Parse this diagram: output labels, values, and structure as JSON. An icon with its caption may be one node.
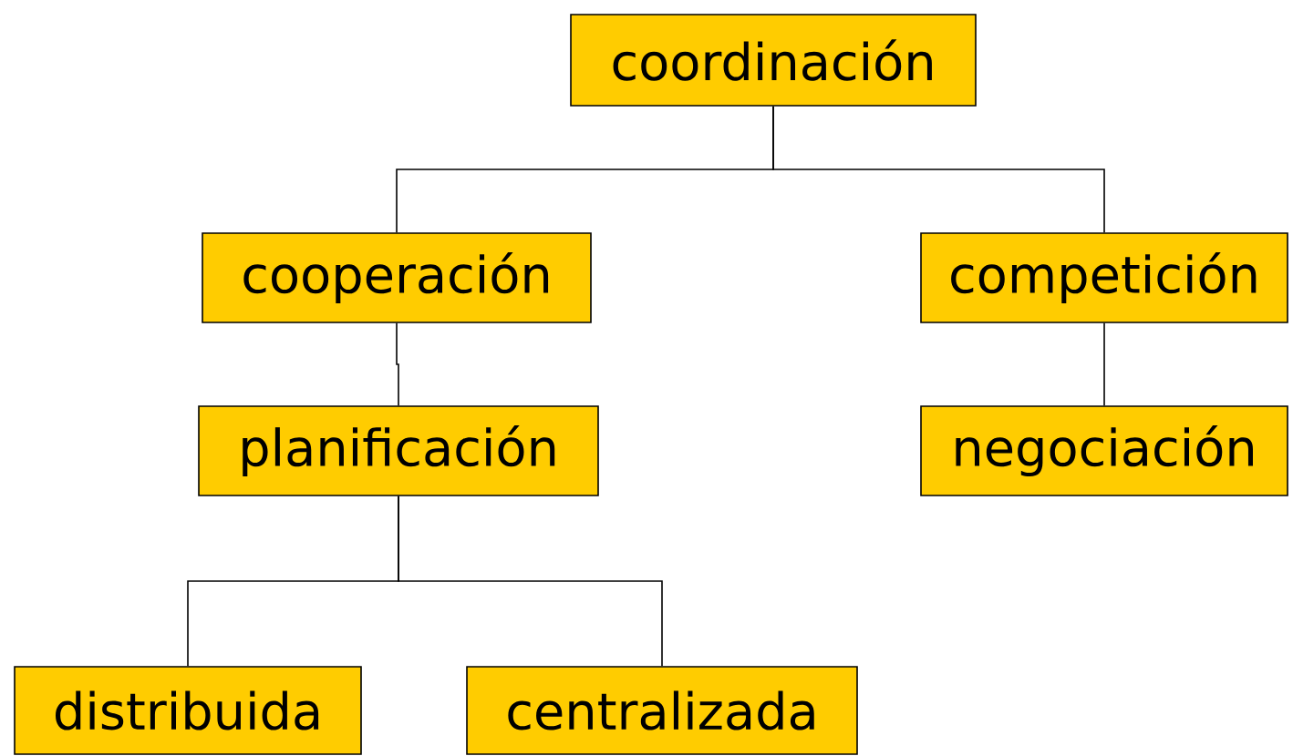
{
  "diagram": {
    "nodes": [
      {
        "text": [
          "coordinación"
        ]
      },
      {
        "text": [
          "cooperación"
        ]
      },
      {
        "text": [
          "competición"
        ]
      },
      {
        "text": [
          "planificación"
        ]
      },
      {
        "text": [
          "negociación"
        ]
      },
      {
        "text": [
          "distribuida"
        ]
      },
      {
        "text": [
          "centralizada"
        ]
      }
    ],
    "edges": [
      {
        "from": 0,
        "to": 1,
        "arrow": "none"
      },
      {
        "from": 0,
        "to": 2,
        "arrow": "none"
      },
      {
        "from": 1,
        "to": 3,
        "arrow": "none"
      },
      {
        "from": 2,
        "to": 4,
        "arrow": "none"
      },
      {
        "from": 3,
        "to": 5,
        "arrow": "none"
      },
      {
        "from": 3,
        "to": 6,
        "arrow": "none"
      }
    ]
  }
}
